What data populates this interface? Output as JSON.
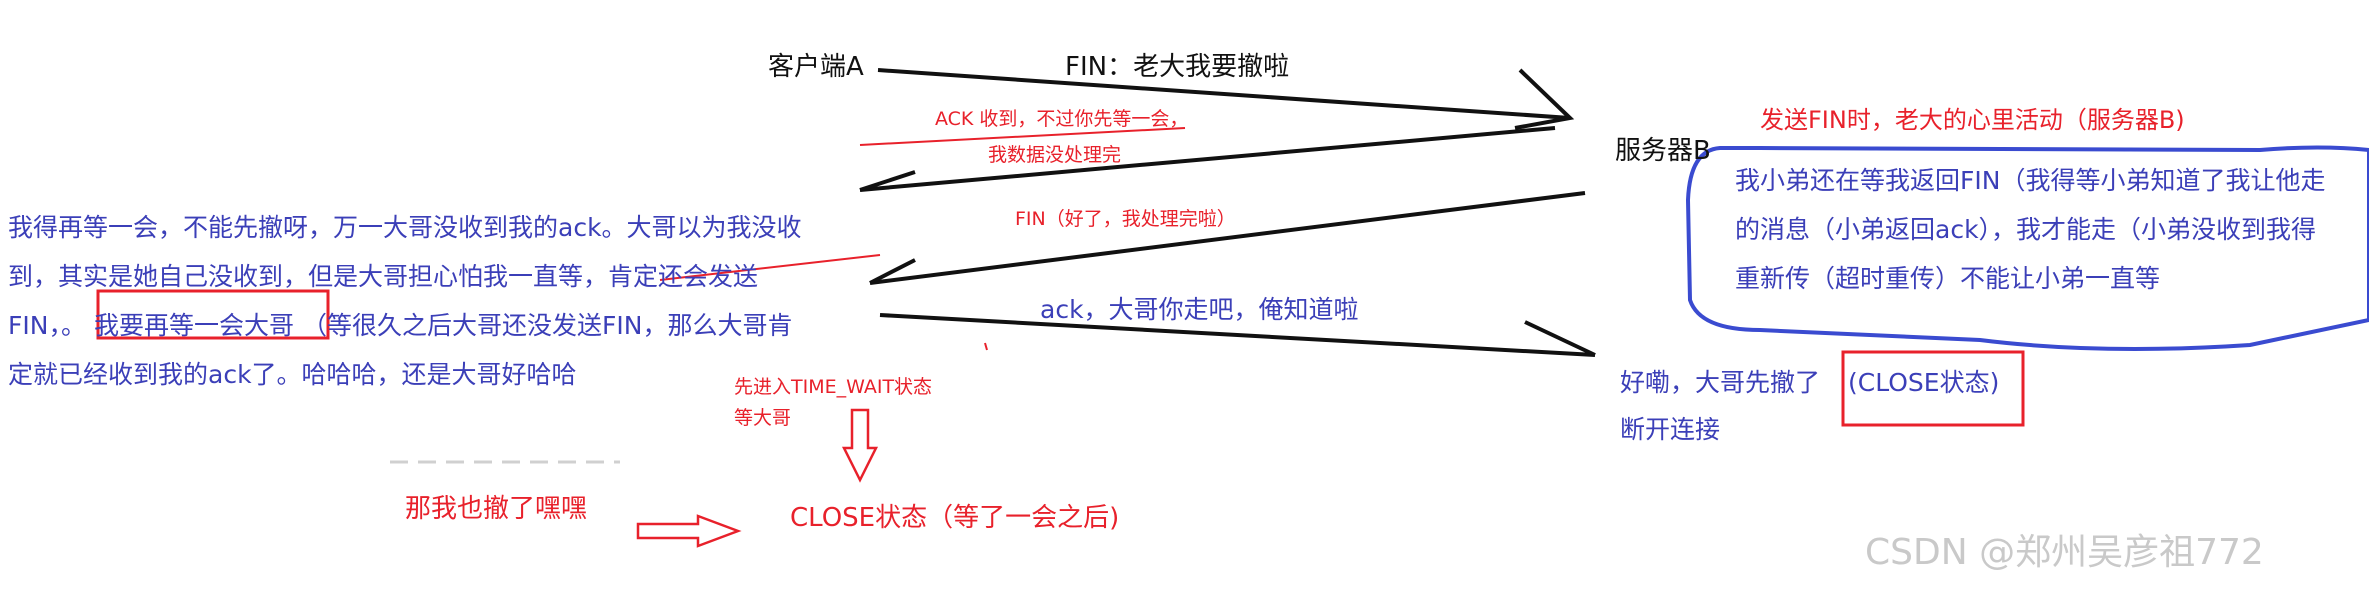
{
  "client_label": "客户端A",
  "server_label": "服务器B",
  "fin1_label": "FIN：老大我要撤啦",
  "ack1_line1": "ACK 收到，不过你先等一会，",
  "ack1_line2": "我数据没处理完",
  "fin2_label": "FIN（好了，我处理完啦）",
  "ack2_label": "ack，大哥你走吧，俺知道啦",
  "server_heading": "发送FIN时，老大的心里活动（服务器B)",
  "server_bubble_line1": "我小弟还在等我返回FIN（我得等小弟知道了我让他走",
  "server_bubble_line2": "的消息（小弟返回ack），我才能走（小弟没收到我得",
  "server_bubble_line3": "重新传（超时重传）不能让小弟一直等",
  "client_thought_line1": "我得再等一会，不能先撤呀，万一大哥没收到我的ack。大哥以为我没收",
  "client_thought_line2": "到，其实是她自己没收到，但是大哥担心怕我一直等，肯定还会发送",
  "client_thought_line3a": "FIN，。",
  "client_thought_boxed": "我要再等一会大哥",
  "client_thought_line3b": "（等很久之后大哥还没发送FIN，那么大哥肯",
  "client_thought_line4": "定就已经收到我的ack了。哈哈哈，还是大哥好哈哈",
  "time_wait_line1": "先进入TIME_WAIT状态",
  "time_wait_line2": "等大哥",
  "client_close_label": "CLOSE状态（等了一会之后)",
  "client_leave_label": "那我也撤了嘿嘿",
  "server_done_prefix": "好嘞，大哥先撤了",
  "server_close_label": "(CLOSE状态)",
  "server_done_line2": "断开连接",
  "watermark": "CSDN @郑州吴彦祖772",
  "colors": {
    "ink": "#111111",
    "red": "#e8212b",
    "blue": "#3b3fb8",
    "bubble": "#3a4bd0",
    "watermark": "#c9c9c9"
  }
}
